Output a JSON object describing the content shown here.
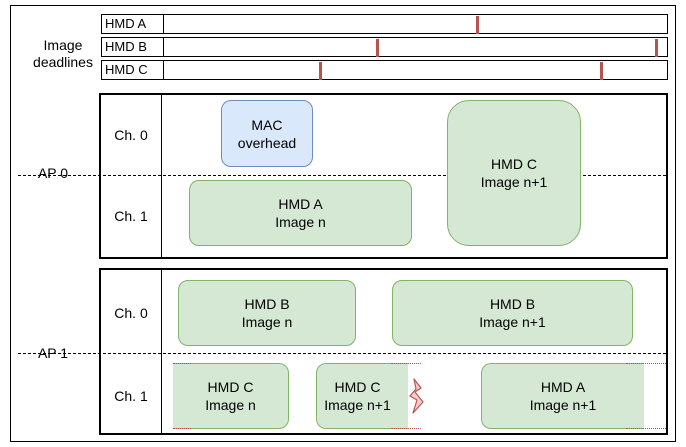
{
  "deadlines": {
    "label_line1": "Image",
    "label_line2": "deadlines",
    "rows": [
      {
        "name": "HMD A"
      },
      {
        "name": "HMD B"
      },
      {
        "name": "HMD C"
      }
    ]
  },
  "ap0": {
    "label": "AP 0",
    "ch0": "Ch. 0",
    "ch1": "Ch. 1",
    "mac": {
      "line1": "MAC",
      "line2": "overhead"
    },
    "hmd_a": {
      "line1": "HMD A",
      "line2": "Image n"
    },
    "hmd_c": {
      "line1": "HMD C",
      "line2": "Image n+1"
    }
  },
  "ap1": {
    "label": "AP 1",
    "ch0": "Ch. 0",
    "ch1": "Ch. 1",
    "hmd_b_n": {
      "line1": "HMD B",
      "line2": "Image n"
    },
    "hmd_b_n1": {
      "line1": "HMD B",
      "line2": "Image n+1"
    },
    "hmd_c_n": {
      "line1": "HMD C",
      "line2": "Image n"
    },
    "hmd_c_n1": {
      "line1": "HMD C",
      "line2": "Image n+1"
    },
    "hmd_a_n1": {
      "line1": "HMD A",
      "line2": "Image n+1"
    }
  },
  "colors": {
    "green_fill": "#d5e8d4",
    "green_border": "#82b366",
    "blue_fill": "#dae8fc",
    "blue_border": "#6c8ebf",
    "deadline_red": "#b85450"
  }
}
